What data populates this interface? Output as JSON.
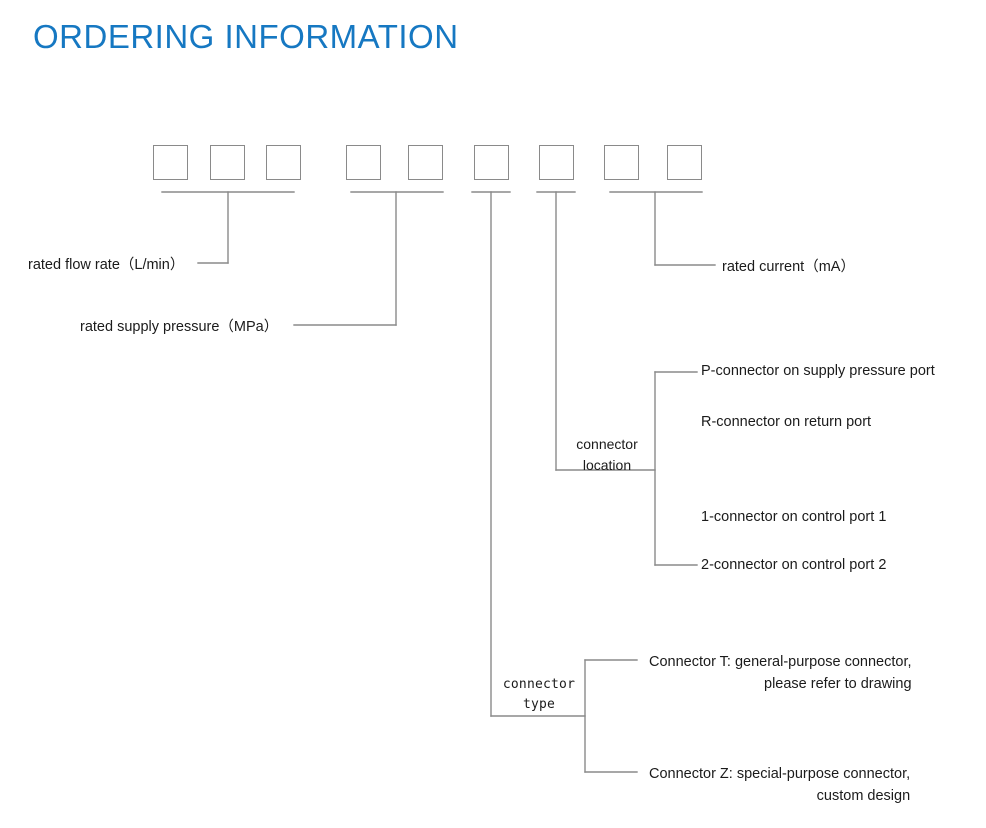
{
  "page": {
    "title": "ORDERING INFORMATION",
    "title_color": "#1678c2",
    "line_color": "#8a8a8a",
    "text_color": "#1b1b1b",
    "background": "#ffffff"
  },
  "code_boxes": [
    {
      "index": 1,
      "value": ""
    },
    {
      "index": 2,
      "value": ""
    },
    {
      "index": 3,
      "value": ""
    },
    {
      "index": 4,
      "value": ""
    },
    {
      "index": 5,
      "value": ""
    },
    {
      "index": 6,
      "value": ""
    },
    {
      "index": 7,
      "value": ""
    },
    {
      "index": 8,
      "value": ""
    },
    {
      "index": 9,
      "value": ""
    }
  ],
  "callouts": {
    "flow_rate": "rated flow rate（L/min）",
    "supply_pressure": "rated supply pressure（MPa）",
    "rated_current": "rated current（mA）"
  },
  "connector_location": {
    "label_line1": "connector",
    "label_line2": "location",
    "options": [
      "P-connector on supply pressure port",
      "R-connector on return port",
      "1-connector on control port 1",
      "2-connector on control port 2"
    ]
  },
  "connector_type": {
    "label_line1": "connector",
    "label_line2": "type",
    "options": [
      {
        "line1": "Connector T: general-purpose connector,",
        "line2": "please refer to drawing"
      },
      {
        "line1": "Connector Z: special-purpose connector,",
        "line2": "custom design"
      }
    ]
  }
}
